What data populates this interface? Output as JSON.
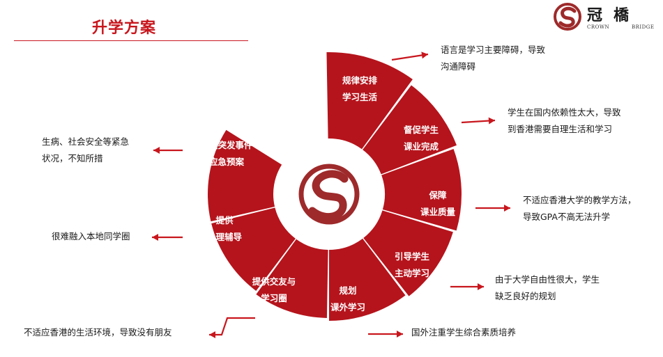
{
  "header": {
    "title": "升学方案"
  },
  "logo": {
    "cn": "冠橋",
    "en_left": "CROWN",
    "en_right": "BRIDGE"
  },
  "colors": {
    "accent": "#c8161d",
    "segment": "#b5141c",
    "logo_mark": "#9e2a2b",
    "text": "#1a1a1a"
  },
  "segments": [
    {
      "lines": [
        "规律安排",
        "学习生活"
      ],
      "note": [
        "语言是学习主要障碍，导致",
        "沟通障碍"
      ]
    },
    {
      "lines": [
        "督促学生",
        "课业完成"
      ],
      "note": [
        "学生在国内依赖性太大，导致",
        "到香港需要自理生活和学习"
      ]
    },
    {
      "lines": [
        "保障",
        "课业质量"
      ],
      "note": [
        "不适应香港大学的教学方法，",
        "导致GPA不高无法升学"
      ]
    },
    {
      "lines": [
        "引导学生",
        "主动学习"
      ],
      "note": [
        "由于大学自由性很大，学生",
        "缺乏良好的规划"
      ]
    },
    {
      "lines": [
        "规划",
        "课外学习"
      ],
      "note": [
        "国外注重学生综合素质培养"
      ]
    },
    {
      "lines": [
        "提供交友与",
        "学习圈"
      ],
      "note": [
        "不适应香港的生活环境，导致没有朋友"
      ]
    },
    {
      "lines": [
        "提供",
        "心理辅导"
      ],
      "note": [
        "很难融入本地同学圈"
      ]
    },
    {
      "lines": [
        "提供突发事件",
        "应急预案"
      ],
      "note": [
        "生病、社会安全等紧急",
        "状况，不知所措"
      ]
    }
  ]
}
